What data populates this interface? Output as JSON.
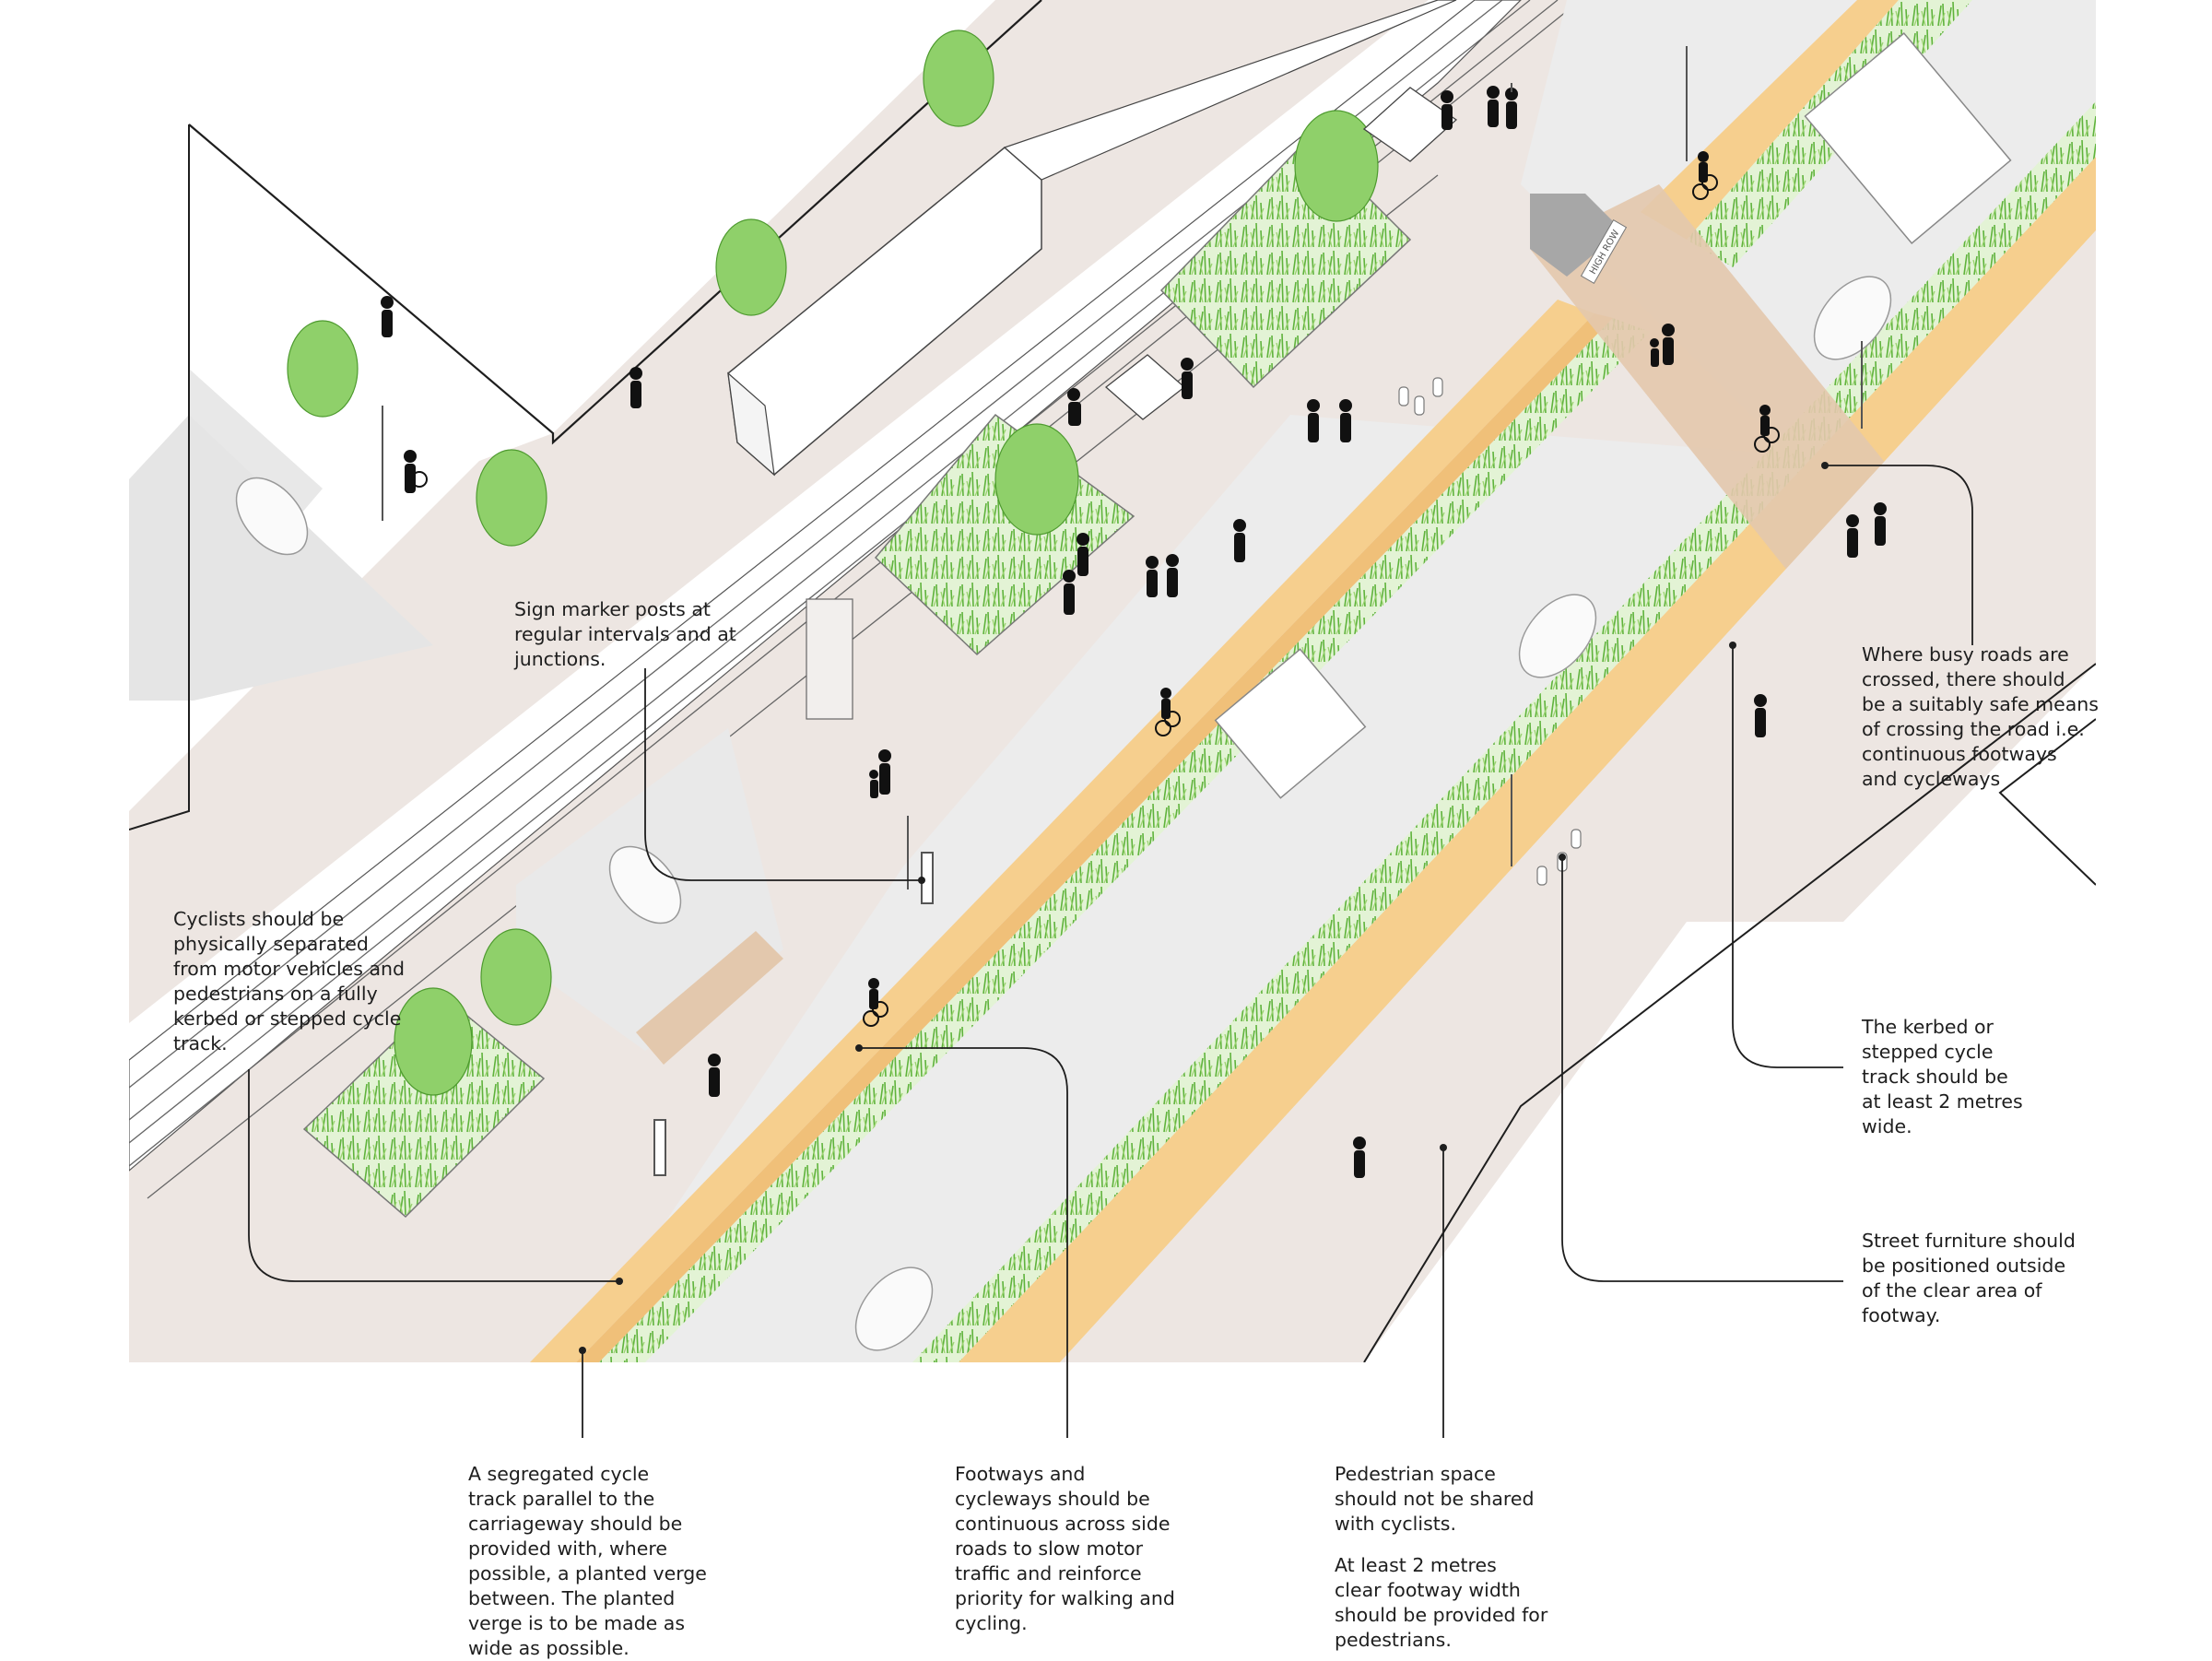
{
  "annotations": {
    "sign_posts": "Sign marker posts at\nregular intervals and at\njunctions.",
    "cyclists_separated": "Cyclists should be\nphysically separated\nfrom motor vehicles and\npedestrians on a fully\nkerbed or stepped cycle\ntrack.",
    "busy_roads": "Where busy roads are\ncrossed, there should\nbe a suitably safe means\nof crossing the road i.e.\ncontinuous footways\nand cycleways",
    "cycle_track_width": "The kerbed or\nstepped cycle\ntrack should be\nat least 2 metres\nwide.",
    "street_furniture": "Street furniture should\nbe positioned outside\nof the clear area of\nfootway.",
    "segregated_track": "A segregated cycle\ntrack parallel to the\ncarriageway should be\nprovided with, where\npossible, a planted verge\nbetween.  The planted\nverge is to be made as\nwide as possible.",
    "continuous_footways": "Footways and\ncycleways should be\ncontinuous across side\nroads to slow motor\ntraffic and reinforce\npriority for walking and\ncycling.",
    "pedestrian_space": "Pedestrian space\nshould not be shared\nwith cyclists.",
    "footway_width": "At least 2 metres\nclear footway width\nshould be provided for\npedestrians."
  },
  "signage": {
    "street_sign": "HIGH ROW"
  },
  "colors": {
    "pavement": "#ede6e2",
    "cycle_track": "#f6cf8e",
    "carriageway": "#ececec",
    "verge_green": "#7dc64d",
    "crossing": "#e3c8ad",
    "leader_line": "#1e1e1e"
  }
}
